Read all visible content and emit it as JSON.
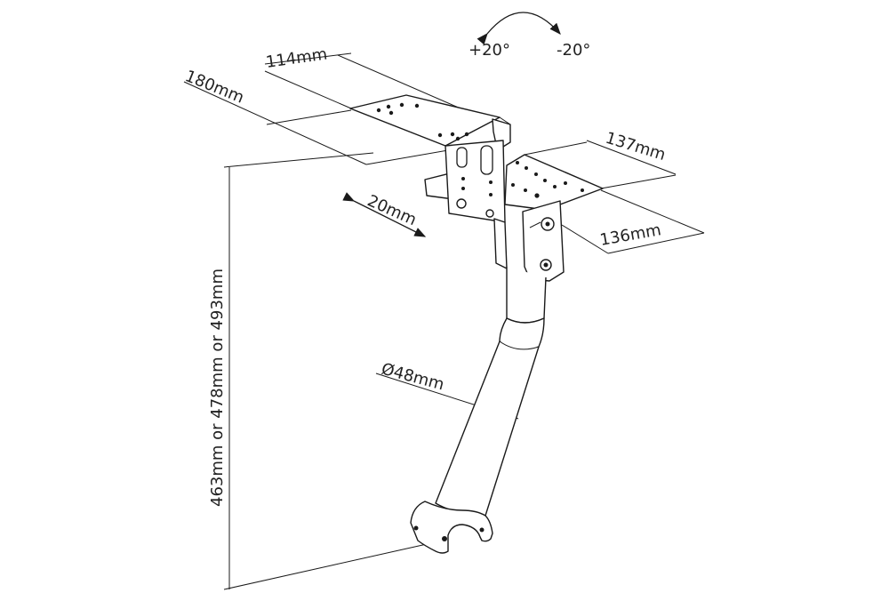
{
  "diagram": {
    "rotation": {
      "plus_label": "+20°",
      "minus_label": "-20°"
    },
    "dimensions": {
      "plate_depth": "114mm",
      "plate_length": "180mm",
      "offset": "20mm",
      "bracket_width": "137mm",
      "bracket_depth": "136mm",
      "tube_diameter": "Ø48mm",
      "height_options": "463mm or 478mm or 493mm"
    },
    "colors": {
      "line": "#1a1a1a",
      "background": "#ffffff"
    }
  }
}
